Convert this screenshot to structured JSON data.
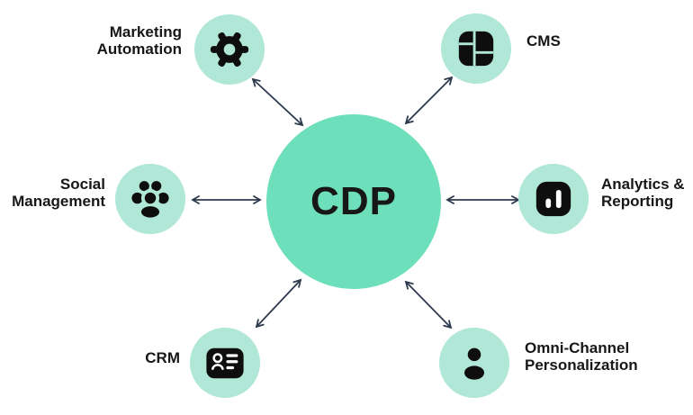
{
  "center": {
    "label": "CDP"
  },
  "nodes": {
    "marketing_automation": {
      "line1": "Marketing",
      "line2": "Automation",
      "icon": "gear-icon"
    },
    "cms": {
      "line1": "CMS",
      "icon": "layout-grid-icon"
    },
    "social_management": {
      "line1": "Social",
      "line2": "Management",
      "icon": "people-group-icon"
    },
    "analytics_reporting": {
      "line1": "Analytics &",
      "line2": "Reporting",
      "icon": "bar-chart-icon"
    },
    "crm": {
      "line1": "CRM",
      "icon": "contact-card-icon"
    },
    "omni_channel_personalization": {
      "line1": "Omni-Channel",
      "line2": "Personalization",
      "icon": "person-icon"
    }
  },
  "connections": [
    {
      "from": "CDP",
      "to": "Marketing Automation",
      "bidirectional": true
    },
    {
      "from": "CDP",
      "to": "CMS",
      "bidirectional": true
    },
    {
      "from": "CDP",
      "to": "Social Management",
      "bidirectional": true
    },
    {
      "from": "CDP",
      "to": "Analytics & Reporting",
      "bidirectional": true
    },
    {
      "from": "CDP",
      "to": "CRM",
      "bidirectional": true
    },
    {
      "from": "CDP",
      "to": "Omni-Channel Personalization",
      "bidirectional": true
    }
  ],
  "colors": {
    "center_circle": "#6EDFBB",
    "node_circle": "#B0E7D7",
    "icon": "#0E0E0E",
    "arrow": "#2E3A4E",
    "text": "#171717",
    "background": "#FFFFFF"
  }
}
